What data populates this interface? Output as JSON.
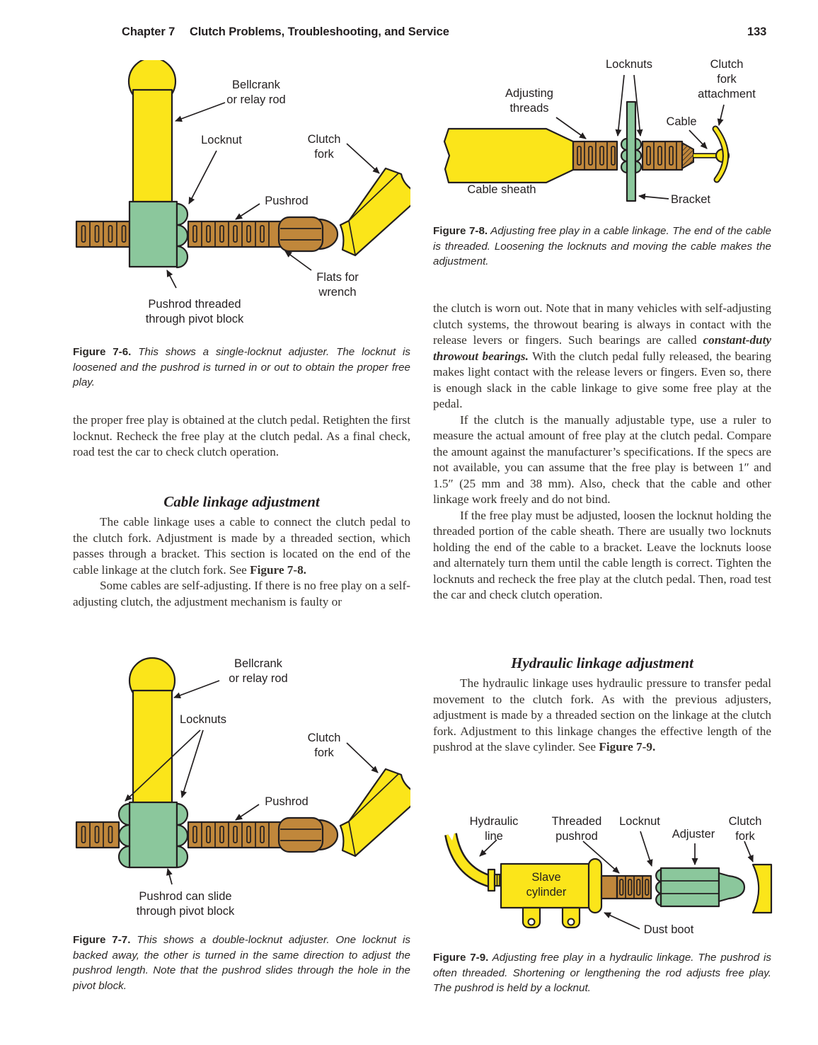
{
  "header": {
    "chapter": "Chapter 7",
    "title": "Clutch Problems, Troubleshooting, and Service",
    "page_number": "133"
  },
  "colors": {
    "yellow": "#FBE51A",
    "green": "#8BC79C",
    "brown": "#C0873B",
    "outline": "#231F20"
  },
  "fig76": {
    "labels": {
      "bellcrank": "Bellcrank\nor relay rod",
      "locknut": "Locknut",
      "clutch_fork": "Clutch\nfork",
      "pushrod": "Pushrod",
      "flats": "Flats for\nwrench",
      "pivot": "Pushrod threaded\nthrough pivot block"
    },
    "caption": [
      {
        "t": "Figure 7-6.",
        "b": true
      },
      {
        "t": " This shows a single-locknut adjuster. The locknut is loosened and the pushrod is turned in or out to obtain the proper free play.",
        "i": true
      }
    ]
  },
  "fig77": {
    "labels": {
      "bellcrank": "Bellcrank\nor relay rod",
      "locknuts": "Locknuts",
      "clutch_fork": "Clutch\nfork",
      "pushrod": "Pushrod",
      "pivot": "Pushrod can slide\nthrough pivot block"
    },
    "caption": [
      {
        "t": "Figure 7-7.",
        "b": true
      },
      {
        "t": " This shows a double-locknut adjuster. One locknut is backed away, the other is turned in the same direction to adjust the pushrod length. Note that the pushrod slides through the hole in the pivot block.",
        "i": true
      }
    ]
  },
  "fig78": {
    "labels": {
      "locknuts": "Locknuts",
      "fork_attachment": "Clutch\nfork\nattachment",
      "adjusting_threads": "Adjusting\nthreads",
      "cable": "Cable",
      "cable_sheath": "Cable sheath",
      "bracket": "Bracket"
    },
    "caption": [
      {
        "t": "Figure 7-8.",
        "b": true
      },
      {
        "t": " Adjusting free play in a cable linkage. The end of the cable is threaded. Loosening the locknuts and moving the cable makes the adjustment.",
        "i": true
      }
    ]
  },
  "fig79": {
    "labels": {
      "hydraulic_line": "Hydraulic\nline",
      "threaded_pushrod": "Threaded\npushrod",
      "locknut": "Locknut",
      "adjuster": "Adjuster",
      "clutch_fork": "Clutch\nfork",
      "slave_cylinder": "Slave\ncylinder",
      "dust_boot": "Dust boot"
    },
    "caption": [
      {
        "t": "Figure 7-9.",
        "b": true
      },
      {
        "t": " Adjusting free play in a hydraulic linkage. The pushrod is often threaded. Shortening or lengthening the rod adjusts free play. The pushrod is held by a locknut.",
        "i": true
      }
    ]
  },
  "left_column": {
    "para1": [
      {
        "t": "the proper free play is obtained at the clutch pedal. Retighten the first locknut. Recheck the free play at the clutch pedal. As a final check, road test the car to check clutch operation."
      }
    ],
    "heading": "Cable linkage adjustment",
    "para2": [
      {
        "t": "The cable linkage uses a cable to connect the clutch pedal to the clutch fork. Adjustment is made by a threaded section, which passes through a bracket. This section is located on the end of the cable linkage at the clutch fork. See "
      },
      {
        "t": "Figure 7-8.",
        "b": true
      }
    ],
    "para3": [
      {
        "t": "Some cables are self-adjusting. If there is no free play on a self-adjusting clutch, the adjustment mechanism is faulty or"
      }
    ]
  },
  "right_column": {
    "para1": [
      {
        "t": "the clutch is worn out. Note that in many vehicles with self-adjusting clutch systems, the throwout bearing is always in contact with the release levers or fingers. Such bearings are called "
      },
      {
        "t": "constant-duty throwout bearings.",
        "b": true,
        "i": true
      },
      {
        "t": " With the clutch pedal fully released, the bearing makes light contact with the release levers or fingers. Even so, there is enough slack in the cable linkage to give some free play at the pedal."
      }
    ],
    "para2": [
      {
        "t": "If the clutch is the manually adjustable type, use a ruler to measure the actual amount of free play at the clutch pedal. Compare the amount against the manufacturer’s specifications. If the specs are not available, you can assume that the free play is between 1″ and 1.5″ (25 mm and 38 mm). Also, check that the cable and other linkage work freely and do not bind."
      }
    ],
    "para3": [
      {
        "t": "If the free play must be adjusted, loosen the locknut holding the threaded portion of the cable sheath. There are usually two locknuts holding the end of the cable to a bracket. Leave the locknuts loose and alternately turn them until the cable length is correct. Tighten the locknuts and recheck the free play at the clutch pedal. Then, road test the car and check clutch operation."
      }
    ],
    "heading": "Hydraulic linkage adjustment",
    "para4": [
      {
        "t": "The hydraulic linkage uses hydraulic pressure to transfer pedal movement to the clutch fork. As with the previous adjusters, adjustment is made by a threaded section on the linkage at the clutch fork. Adjustment to this linkage changes the effective length of the pushrod at the slave cylinder. See "
      },
      {
        "t": "Figure 7-9.",
        "b": true
      }
    ]
  }
}
